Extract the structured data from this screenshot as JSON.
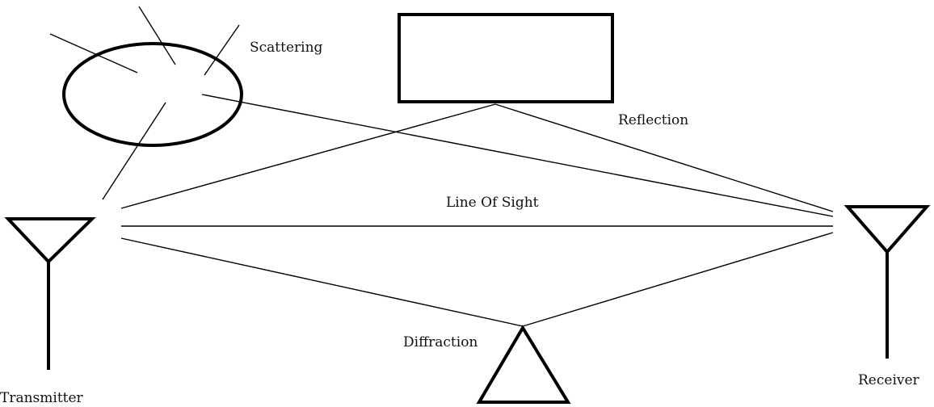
{
  "labels": {
    "scattering": "Scattering",
    "reflection": "Reflection",
    "line_of_sight": "Line Of Sight",
    "diffraction": "Diffraction",
    "transmitter": "Transmitter",
    "receiver": "Receiver"
  }
}
